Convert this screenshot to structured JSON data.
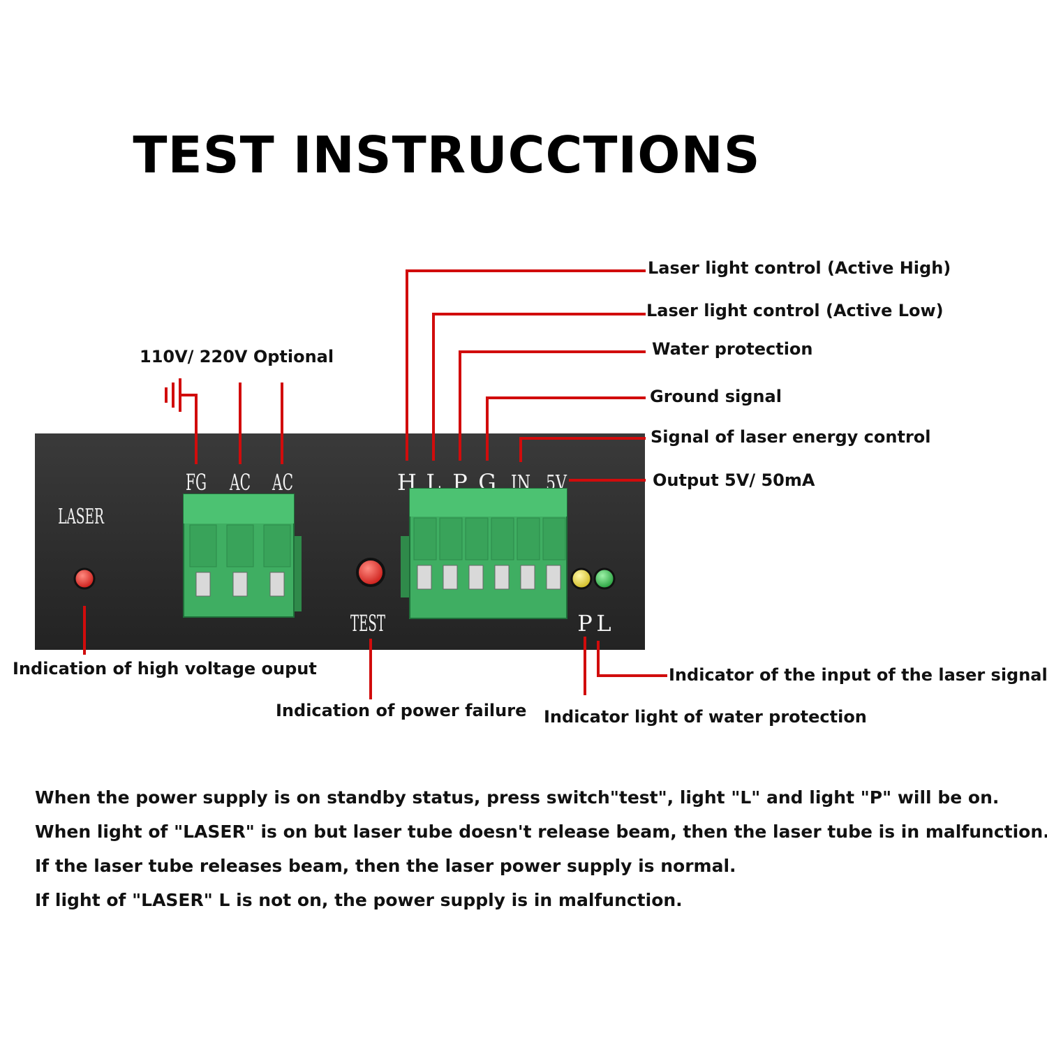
{
  "title": "TEST INSTRUCCTIONS",
  "colors": {
    "leader": "#d10c0c",
    "panel": "#2a2a2a",
    "terminal": "#3fae62",
    "led_red": "#e0231e",
    "led_yellow": "#e8d52a",
    "led_green": "#2fc04a"
  },
  "panel": {
    "laser_label": "LASER",
    "test_label": "TEST",
    "ac_terminals": [
      "FG",
      "AC",
      "AC"
    ],
    "signal_terminals": [
      "H",
      "L",
      "P",
      "G",
      "IN",
      "5V"
    ],
    "indicator_letters": [
      "P",
      "L"
    ]
  },
  "labels": {
    "active_high": "Laser light control (Active High)",
    "active_low": "Laser light control (Active Low)",
    "water_protection": "Water protection",
    "ground_signal": "Ground signal",
    "energy_control": "Signal of laser energy control",
    "output_5v": "Output 5V/ 50mA",
    "voltage_optional": "110V/ 220V Optional",
    "high_voltage": "Indication of high voltage ouput",
    "power_failure": "Indication of power failure",
    "laser_signal": "Indicator of the input of the laser signal",
    "water_light": "Indicator light of water protection"
  },
  "instructions": [
    "When the power supply is on standby status, press switch\"test\", light \"L\" and light \"P\" will be on.",
    "When light of \"LASER\" is on but laser tube doesn't release beam, then the laser tube is in malfunction.",
    "If the laser tube releases beam, then the laser power supply is normal.",
    "If light of \"LASER\" L is not on, the power supply is in malfunction."
  ]
}
